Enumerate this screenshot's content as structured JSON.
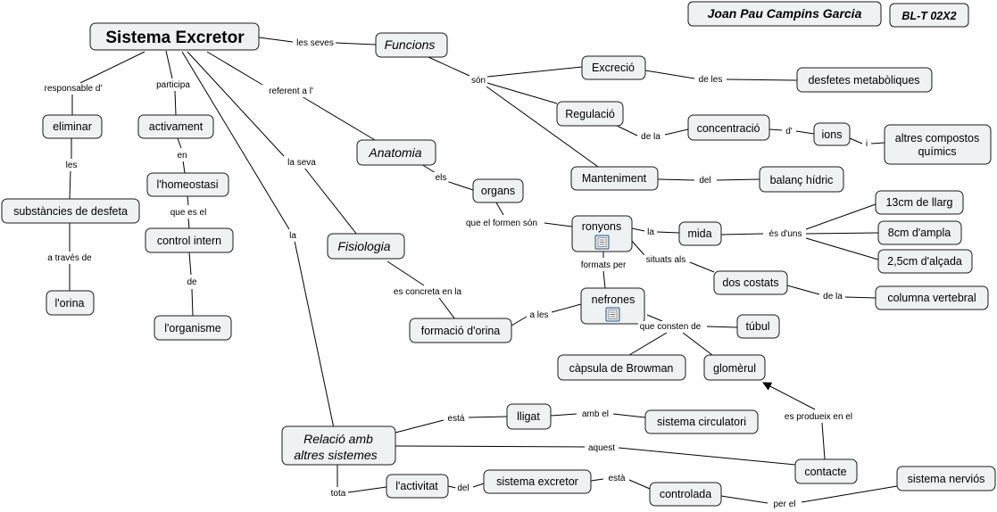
{
  "header": {
    "author": "Joan Pau Campins Garcia",
    "code": "BL-T 02X2"
  },
  "concepts": {
    "sistema_excretor": "Sistema Excretor",
    "funcions": "Funcions",
    "excrecio": "Excreció",
    "desfetes": "desfetes metabòliques",
    "regulacio": "Regulació",
    "concentracio": "concentració",
    "ions": "ions",
    "altres_compostos": "altres compostos químics",
    "manteniment": "Manteniment",
    "balanc": "balanç hídric",
    "eliminar": "eliminar",
    "substancies": "substàncies de desfeta",
    "orina": "l'orina",
    "activament": "activament",
    "homeostasi": "l'homeostasi",
    "control_intern": "control intern",
    "organisme": "l'organisme",
    "anatomia": "Anatomia",
    "organs": "organs",
    "ronyons": "ronyons",
    "mida": "mida",
    "llarg": "13cm de llarg",
    "ampla": "8cm d'ampla",
    "alcada": "2,5cm d'alçada",
    "dos_costats": "dos costats",
    "columna": "columna vertebral",
    "nefrones": "nefrones",
    "tubul": "túbul",
    "capsula": "càpsula de Browman",
    "glomerul": "glomèrul",
    "fisiologia": "Fisiologia",
    "formacio": "formació d'orina",
    "relacio": "Relació amb altres sistemes",
    "lligat": "lligat",
    "circulatori": "sistema circulatori",
    "contacte": "contacte",
    "activitat": "l'activitat",
    "sist_excretor": "sistema excretor",
    "controlada": "controlada",
    "nervios": "sistema nerviós"
  },
  "linking_phrases": {
    "les_seves": "les seves",
    "son": "són",
    "de_les": "de les",
    "de_la_1": "de la",
    "d_apos": "d'",
    "i": "i",
    "del_1": "del",
    "responsable": "responsable d'",
    "les": "les",
    "a_traves": "a través de",
    "participa": "participa",
    "en": "en",
    "que_es_el": "que es el",
    "de": "de",
    "referent": "referent a l'",
    "els": "els",
    "que_el_formen": "que el formen són",
    "la_1": "la",
    "es_duns": "és d'uns",
    "situats": "situats als",
    "de_la_2": "de la",
    "formats_per": "formats per",
    "que_consten": "que consten de",
    "la_seva": "la seva",
    "es_concreta": "es concreta en la",
    "a_les": "a les",
    "la_2": "la",
    "esta_1": "está",
    "amb_el": "amb el",
    "aquest": "aquest",
    "es_produeix": "es produeix en el",
    "tota": "tota",
    "del_2": "del",
    "esta_2": "està",
    "per_el": "per el"
  }
}
